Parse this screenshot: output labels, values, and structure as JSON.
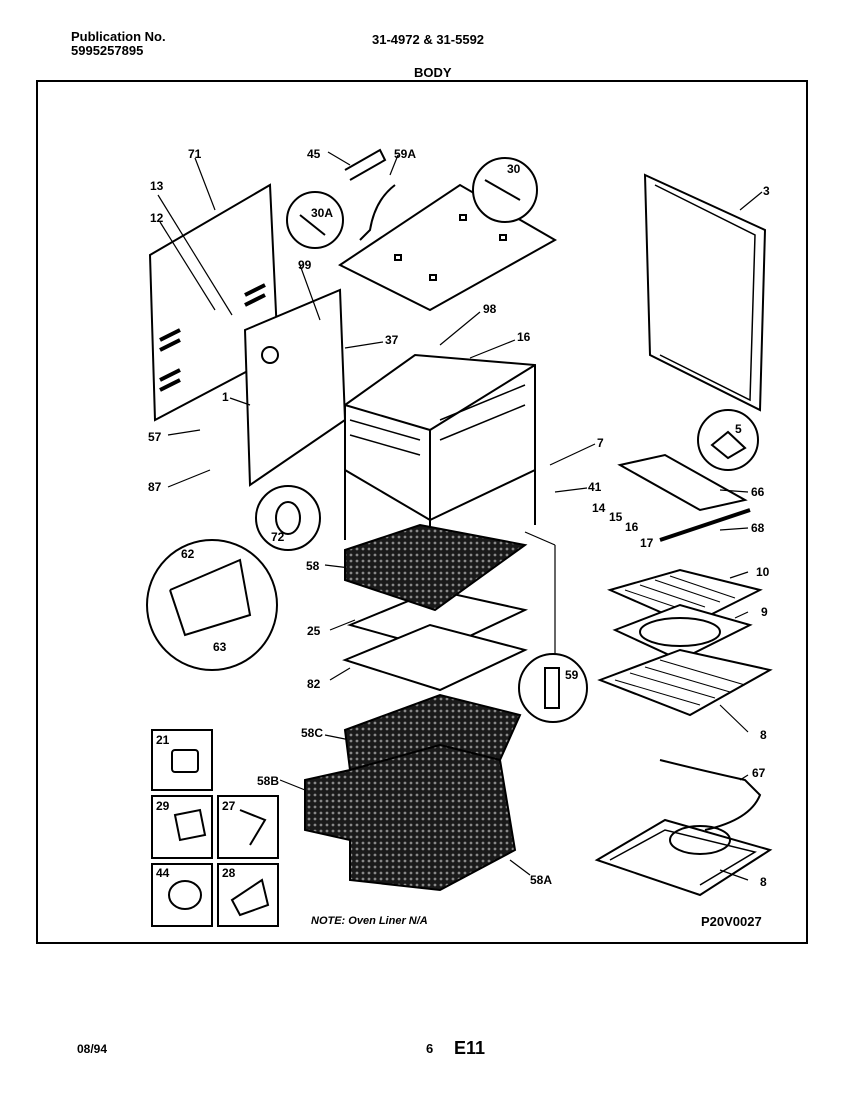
{
  "header": {
    "publication_label": "Publication No.",
    "publication_number": "5995257895",
    "models": "31-4972 & 31-5592",
    "section": "BODY"
  },
  "diagram": {
    "labels": {
      "p71": "71",
      "p45": "45",
      "p59a": "59A",
      "p30": "30",
      "p3": "3",
      "p13": "13",
      "p12": "12",
      "p30a": "30A",
      "p99": "99",
      "p98": "98",
      "p37": "37",
      "p16a": "16",
      "p1": "1",
      "p57": "57",
      "p87": "87",
      "p72": "72",
      "p7": "7",
      "p5": "5",
      "p41": "41",
      "p66": "66",
      "p14": "14",
      "p15": "15",
      "p16b": "16",
      "p17": "17",
      "p68": "68",
      "p62": "62",
      "p63": "63",
      "p58": "58",
      "p25": "25",
      "p82": "82",
      "p59": "59",
      "p10": "10",
      "p9": "9",
      "p8a": "8",
      "p58c": "58C",
      "p58b": "58B",
      "p58a": "58A",
      "p21": "21",
      "p29": "29",
      "p27": "27",
      "p44": "44",
      "p28": "28",
      "p67": "67",
      "p8b": "8"
    },
    "note": "NOTE: Oven Liner N/A",
    "figure_code": "P20V0027"
  },
  "footer": {
    "date": "08/94",
    "page": "6",
    "code": "E11"
  }
}
